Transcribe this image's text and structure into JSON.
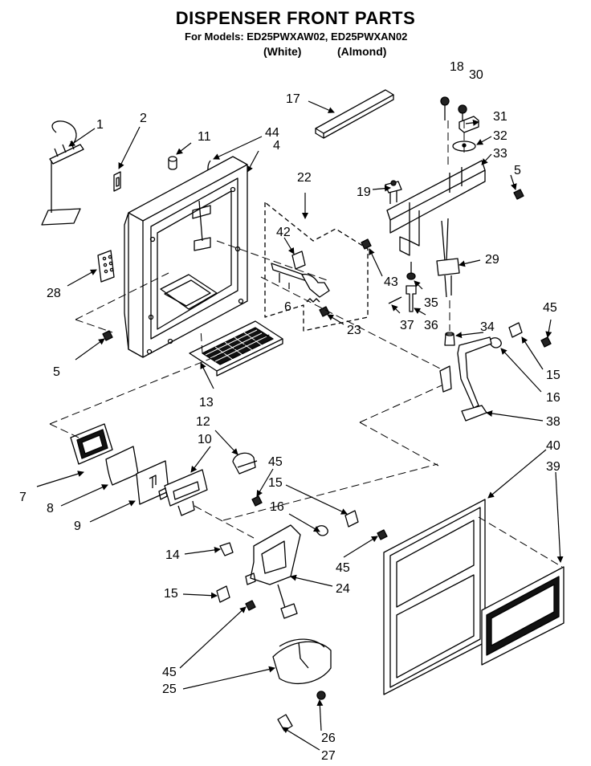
{
  "header": {
    "title": "DISPENSER FRONT PARTS",
    "models": "For Models: ED25PWXAW02, ED25PWXAN02",
    "white": "(White)",
    "almond": "(Almond)"
  },
  "callouts": [
    {
      "id": "c1",
      "label": "1"
    },
    {
      "id": "c2",
      "label": "2"
    },
    {
      "id": "c11",
      "label": "11"
    },
    {
      "id": "c44",
      "label": "44"
    },
    {
      "id": "c4",
      "label": "4"
    },
    {
      "id": "c17",
      "label": "17"
    },
    {
      "id": "c18",
      "label": "18"
    },
    {
      "id": "c30",
      "label": "30"
    },
    {
      "id": "c31",
      "label": "31"
    },
    {
      "id": "c32",
      "label": "32"
    },
    {
      "id": "c33",
      "label": "33"
    },
    {
      "id": "c5a",
      "label": "5"
    },
    {
      "id": "c22",
      "label": "22"
    },
    {
      "id": "c19",
      "label": "19"
    },
    {
      "id": "c42",
      "label": "42"
    },
    {
      "id": "c29",
      "label": "29"
    },
    {
      "id": "c28",
      "label": "28"
    },
    {
      "id": "c43",
      "label": "43"
    },
    {
      "id": "c35",
      "label": "35"
    },
    {
      "id": "c6",
      "label": "6"
    },
    {
      "id": "c23",
      "label": "23"
    },
    {
      "id": "c37",
      "label": "37"
    },
    {
      "id": "c36",
      "label": "36"
    },
    {
      "id": "c45a",
      "label": "45"
    },
    {
      "id": "c34",
      "label": "34"
    },
    {
      "id": "c5b",
      "label": "5"
    },
    {
      "id": "c15a",
      "label": "15"
    },
    {
      "id": "c16a",
      "label": "16"
    },
    {
      "id": "c13",
      "label": "13"
    },
    {
      "id": "c38",
      "label": "38"
    },
    {
      "id": "c12",
      "label": "12"
    },
    {
      "id": "c10",
      "label": "10"
    },
    {
      "id": "c40",
      "label": "40"
    },
    {
      "id": "c39",
      "label": "39"
    },
    {
      "id": "c45b",
      "label": "45"
    },
    {
      "id": "c15b",
      "label": "15"
    },
    {
      "id": "c7",
      "label": "7"
    },
    {
      "id": "c8",
      "label": "8"
    },
    {
      "id": "c16b",
      "label": "16"
    },
    {
      "id": "c9",
      "label": "9"
    },
    {
      "id": "c14",
      "label": "14"
    },
    {
      "id": "c45c",
      "label": "45"
    },
    {
      "id": "c24",
      "label": "24"
    },
    {
      "id": "c15c",
      "label": "15"
    },
    {
      "id": "c45d",
      "label": "45"
    },
    {
      "id": "c25",
      "label": "25"
    },
    {
      "id": "c26",
      "label": "26"
    },
    {
      "id": "c27",
      "label": "27"
    }
  ]
}
